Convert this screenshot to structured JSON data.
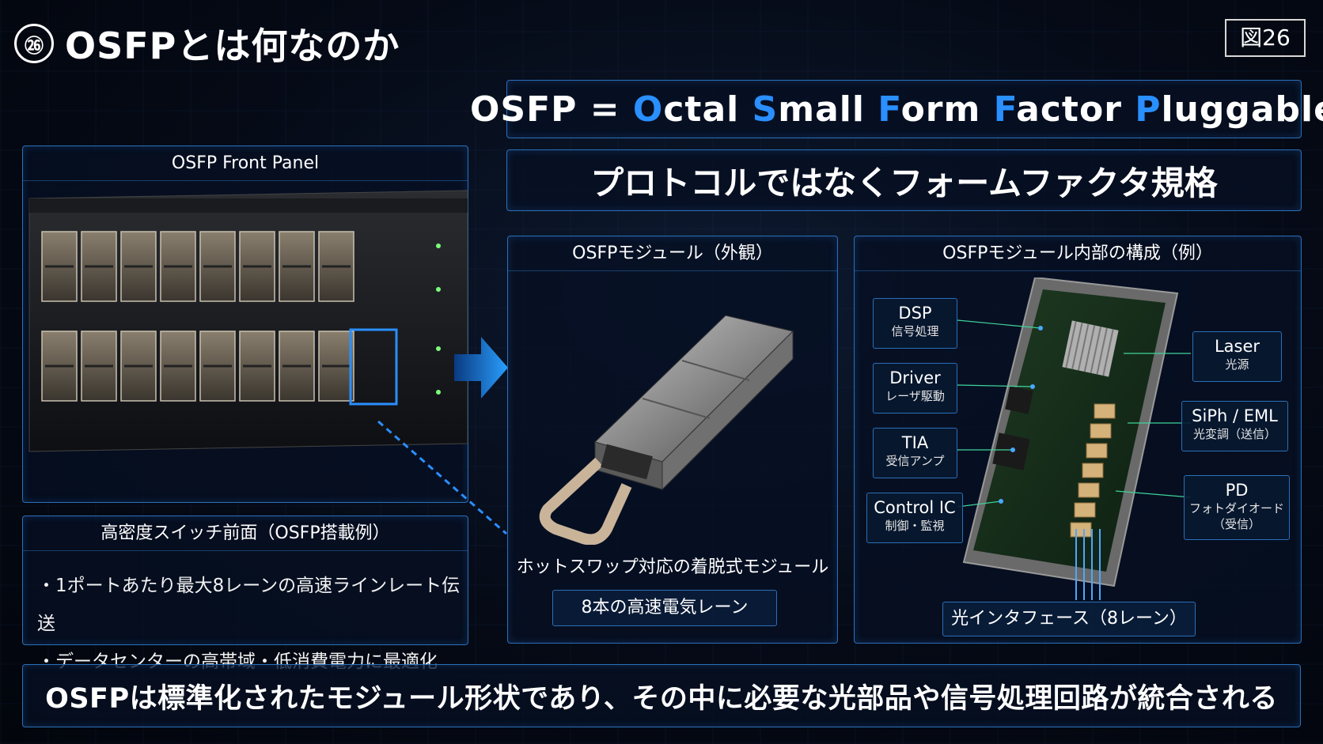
{
  "header": {
    "number": "㉖",
    "title": "OSFPとは何なのか",
    "figure_label": "図26"
  },
  "acronym": {
    "prefix": "OSFP = ",
    "words": [
      {
        "initial": "O",
        "rest": "ctal"
      },
      {
        "initial": "S",
        "rest": "mall"
      },
      {
        "initial": "F",
        "rest": "orm"
      },
      {
        "initial": "F",
        "rest": "actor"
      },
      {
        "initial": "P",
        "rest": "luggable"
      }
    ]
  },
  "subtitle": "プロトコルではなくフォームファクタ規格",
  "front_panel": {
    "title": "OSFP Front Panel"
  },
  "switch_info": {
    "title": "高密度スイッチ前面（OSFP搭載例）",
    "bullets": [
      "1ポートあたり最大8レーンの高速ラインレート伝送",
      "データセンターの高帯域・低消費電力に最適化"
    ]
  },
  "module_panel": {
    "title": "OSFPモジュール（外観）",
    "caption": "ホットスワップ対応の着脱式モジュール",
    "lanes": "8本の高速電気レーン"
  },
  "internal_panel": {
    "title": "OSFPモジュール内部の構成（例）",
    "left_callouts": [
      {
        "main": "DSP",
        "sub": "信号処理"
      },
      {
        "main": "Driver",
        "sub": "レーザ駆動"
      },
      {
        "main": "TIA",
        "sub": "受信アンプ"
      },
      {
        "main": "Control IC",
        "sub": "制御・監視"
      }
    ],
    "right_callouts": [
      {
        "main": "Laser",
        "sub": "光源"
      },
      {
        "main": "SiPh / EML",
        "sub": "光変調（送信）"
      },
      {
        "main": "PD",
        "sub": "フォトダイオード",
        "sub2": "（受信）"
      }
    ],
    "optical_interface": "光インタフェース（8レーン）"
  },
  "summary": "OSFPは標準化されたモジュール形状であり、その中に必要な光部品や信号処理回路が統合される",
  "colors": {
    "accent": "#2a8fff",
    "border": "#2a6fb8",
    "background": "#050a16"
  }
}
